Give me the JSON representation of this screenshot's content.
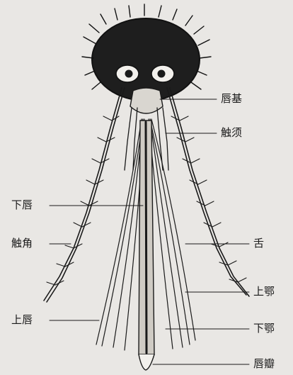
{
  "labels": {
    "labial_base": "唇基",
    "palp": "触须",
    "labium": "下唇",
    "antenna": "触角",
    "hypopharynx": "舌",
    "maxilla": "上鄂",
    "labrum": "上唇",
    "mandible": "下鄂",
    "labella": "唇瓣"
  },
  "colors": {
    "background": "#e9e7e4",
    "ink": "#1a1a1a"
  }
}
